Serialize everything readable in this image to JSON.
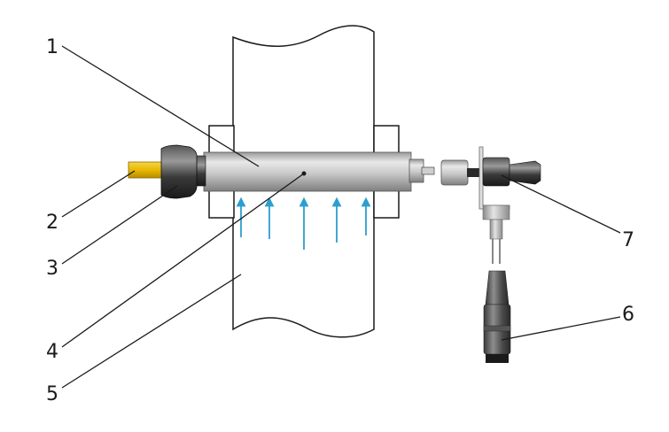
{
  "labels": {
    "n1": "1",
    "n2": "2",
    "n3": "3",
    "n4": "4",
    "n5": "5",
    "n6": "6",
    "n7": "7"
  },
  "colors": {
    "outline": "#1a1a1a",
    "tube_light": "#e6e6e6",
    "tube_mid": "#b4b4b4",
    "tube_dark": "#8a8a8a",
    "cap_dark": "#2a2a2a",
    "cap_mid": "#5a5a5a",
    "yellow": "#e8b800",
    "flow_arrow": "#2a9fd0"
  },
  "icons": {
    "flow_arrows": "up-arrow-icon"
  }
}
